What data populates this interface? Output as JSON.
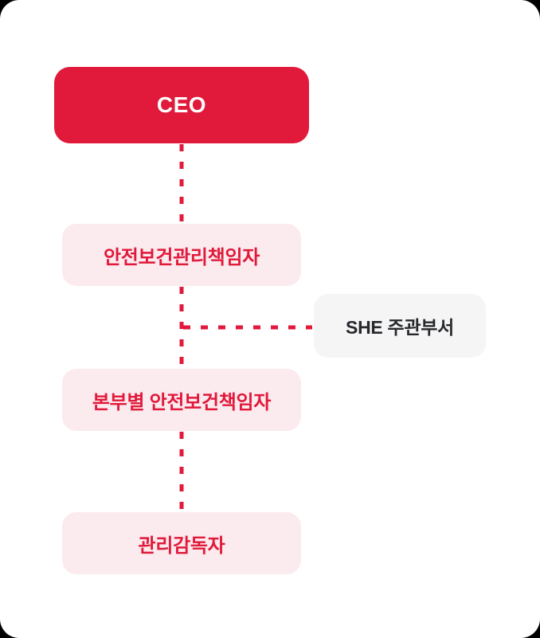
{
  "colors": {
    "primary_red": "#E1193A",
    "light_pink": "#FBEAEE",
    "light_gray": "#F5F5F6",
    "dark_text": "#26282B",
    "white_text": "#FFFFFF",
    "card_bg": "#FFFFFF",
    "page_bg": "#000000"
  },
  "org_chart": {
    "type": "organization-diagram",
    "nodes": [
      {
        "id": "ceo",
        "label": "CEO",
        "level": 1,
        "style": "primary-red-filled"
      },
      {
        "id": "safety-health-management-officer",
        "label": "안전보건관리책임자",
        "level": 2,
        "style": "light-pink"
      },
      {
        "id": "she-lead-department",
        "label": "SHE 주관부서",
        "level": "side-branch",
        "style": "light-gray"
      },
      {
        "id": "division-safety-health-officer",
        "label": "본부별 안전보건책임자",
        "level": 3,
        "style": "light-pink"
      },
      {
        "id": "management-supervisor",
        "label": "관리감독자",
        "level": 4,
        "style": "light-pink"
      }
    ],
    "connections": [
      {
        "from": "ceo",
        "to": "safety-health-management-officer",
        "style": "dashed-red-vertical"
      },
      {
        "from": "safety-health-management-officer",
        "to": "division-safety-health-officer",
        "style": "dashed-red-vertical"
      },
      {
        "from": "trunk",
        "to": "she-lead-department",
        "style": "dashed-red-horizontal"
      },
      {
        "from": "division-safety-health-officer",
        "to": "management-supervisor",
        "style": "dashed-red-vertical"
      }
    ]
  }
}
